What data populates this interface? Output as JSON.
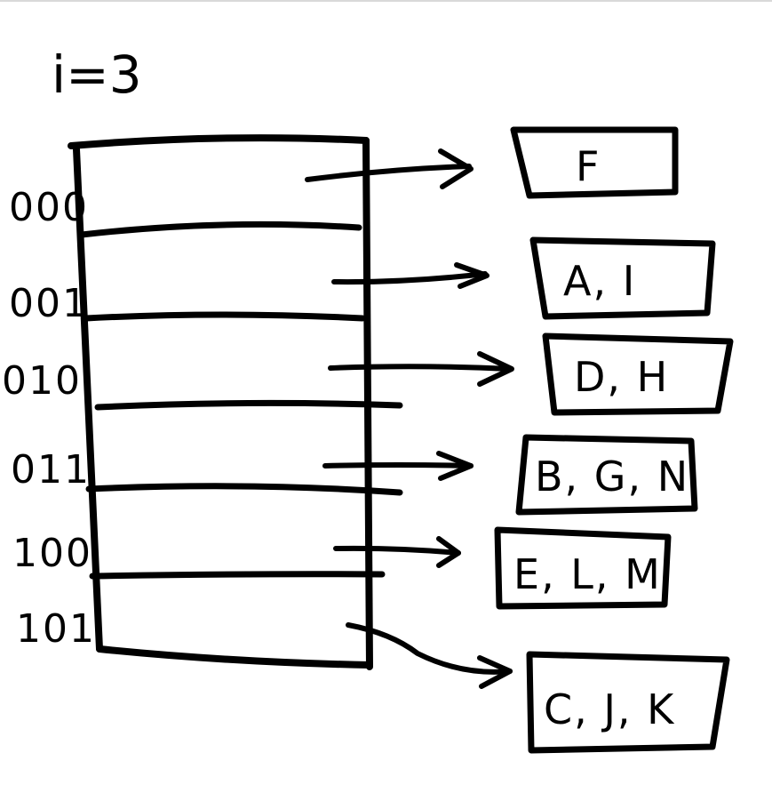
{
  "title": "i=3",
  "directory": {
    "entries": [
      {
        "index": "000",
        "bucket": "F"
      },
      {
        "index": "001",
        "bucket": "A, I"
      },
      {
        "index": "010",
        "bucket": "D, H"
      },
      {
        "index": "011",
        "bucket": "B, G, N"
      },
      {
        "index": "100",
        "bucket": "E, L, M"
      },
      {
        "index": "101",
        "bucket": "C, J, K"
      }
    ]
  },
  "colors": {
    "ink": "#000000",
    "background": "#ffffff"
  }
}
